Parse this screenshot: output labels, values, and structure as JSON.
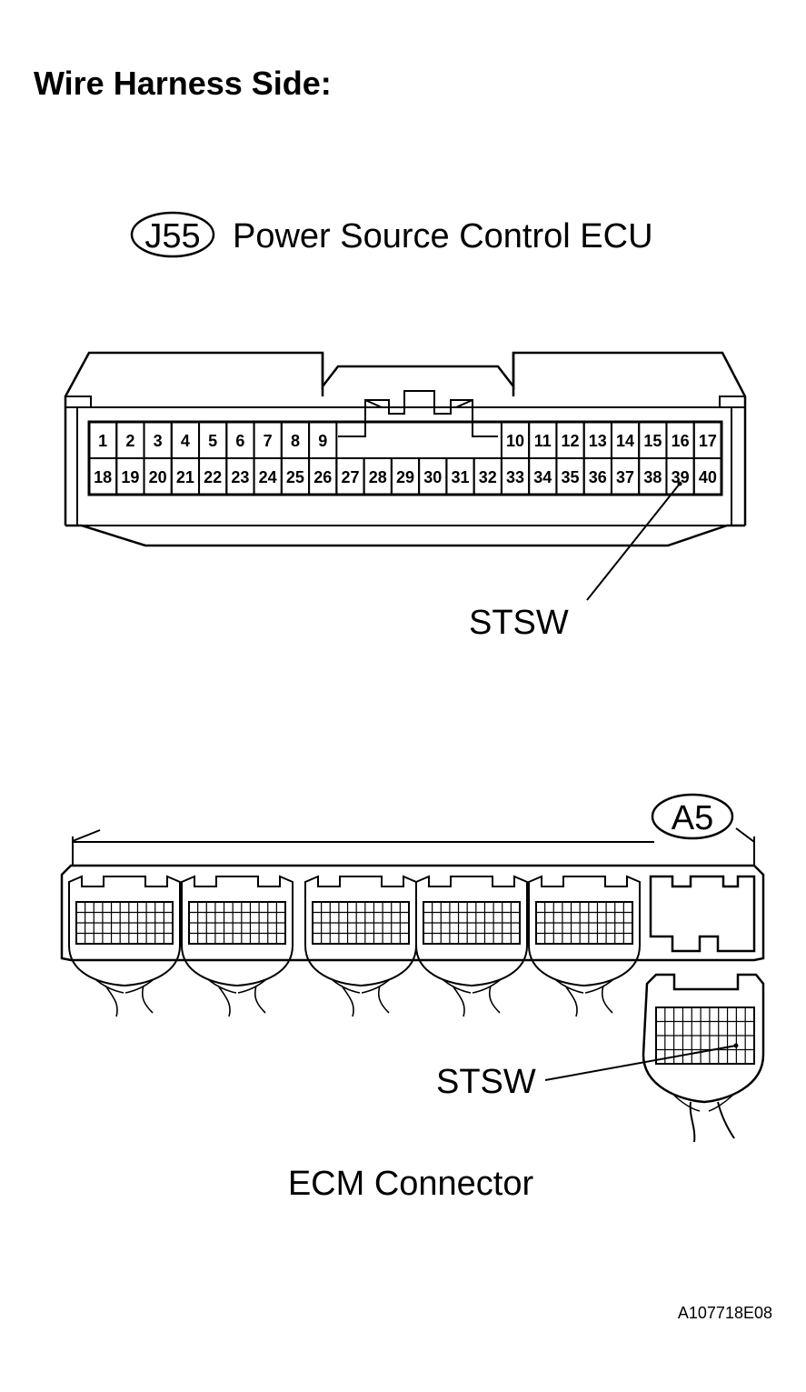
{
  "heading": "Wire Harness Side:",
  "connector_j55": {
    "code": "J55",
    "name": "Power Source  Control ECU",
    "pins_top_left": [
      "1",
      "2",
      "3",
      "4",
      "5",
      "6",
      "7",
      "8",
      "9"
    ],
    "pins_top_right": [
      "10",
      "11",
      "12",
      "13",
      "14",
      "15",
      "16",
      "17"
    ],
    "pins_bottom": [
      "18",
      "19",
      "20",
      "21",
      "22",
      "23",
      "24",
      "25",
      "26",
      "27",
      "28",
      "29",
      "30",
      "31",
      "32",
      "33",
      "34",
      "35",
      "36",
      "37",
      "38",
      "39",
      "40"
    ],
    "callout_label": "STSW",
    "callout_pin": "39"
  },
  "connector_ecm": {
    "code": "A5",
    "callout_label": "STSW",
    "caption": "ECM Connector"
  },
  "figure_id": "A107718E08",
  "colors": {
    "ink": "#000000",
    "paper": "#ffffff"
  }
}
